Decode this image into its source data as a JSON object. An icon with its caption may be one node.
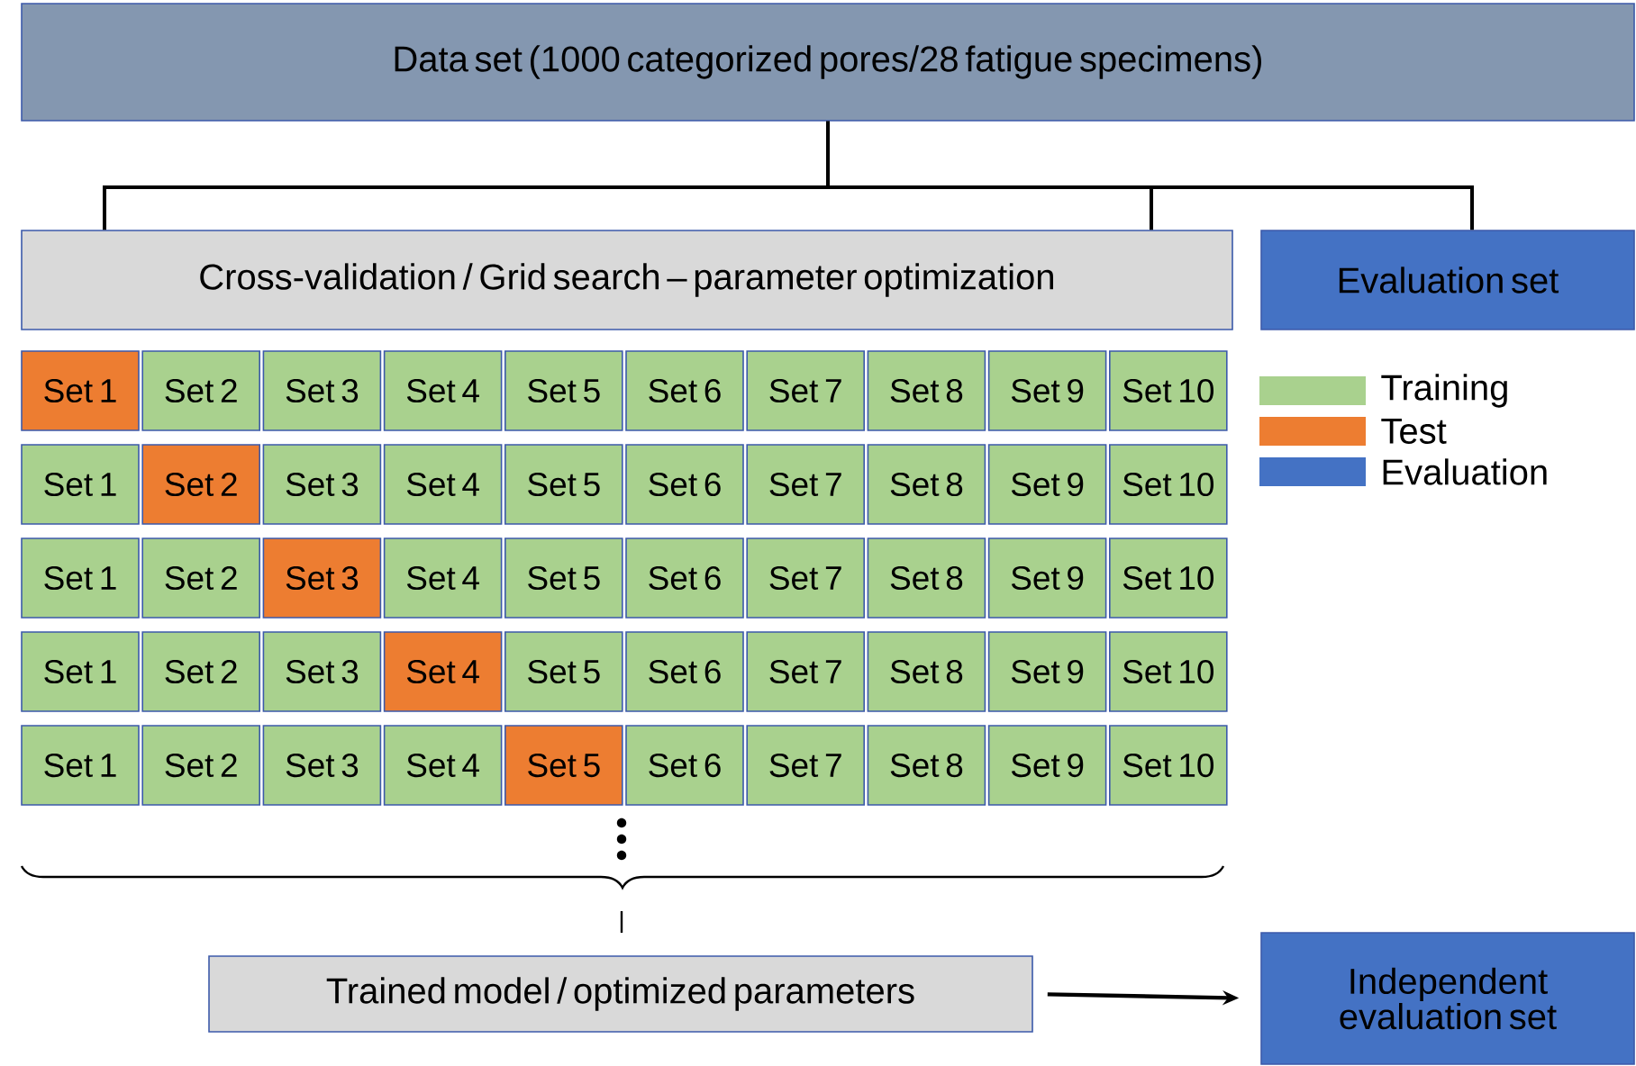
{
  "diagram": {
    "nodes": [
      {
        "text": [
          "Data set (1000 categorized pores/28 fatigue specimens)"
        ]
      },
      {
        "text": [
          "Cross-validation / Grid search – parameter optimization"
        ]
      },
      {
        "text": [
          "Evaluation set"
        ]
      },
      {
        "text": [
          "Set 1"
        ]
      },
      {
        "text": [
          "Set 2"
        ]
      },
      {
        "text": [
          "Set 3"
        ]
      },
      {
        "text": [
          "Set 4"
        ]
      },
      {
        "text": [
          "Set 5"
        ]
      },
      {
        "text": [
          "Set 6"
        ]
      },
      {
        "text": [
          "Set 7"
        ]
      },
      {
        "text": [
          "Set 8"
        ]
      },
      {
        "text": [
          "Set 9"
        ]
      },
      {
        "text": [
          "Set 10"
        ]
      },
      {
        "text": [
          "Set 1"
        ]
      },
      {
        "text": [
          "Set 2"
        ]
      },
      {
        "text": [
          "Set 3"
        ]
      },
      {
        "text": [
          "Set 4"
        ]
      },
      {
        "text": [
          "Set 5"
        ]
      },
      {
        "text": [
          "Set 6"
        ]
      },
      {
        "text": [
          "Set 7"
        ]
      },
      {
        "text": [
          "Set 8"
        ]
      },
      {
        "text": [
          "Set 9"
        ]
      },
      {
        "text": [
          "Set 10"
        ]
      },
      {
        "text": [
          "Set 1"
        ]
      },
      {
        "text": [
          "Set 2"
        ]
      },
      {
        "text": [
          "Set 3"
        ]
      },
      {
        "text": [
          "Set 4"
        ]
      },
      {
        "text": [
          "Set 5"
        ]
      },
      {
        "text": [
          "Set 6"
        ]
      },
      {
        "text": [
          "Set 7"
        ]
      },
      {
        "text": [
          "Set 8"
        ]
      },
      {
        "text": [
          "Set 9"
        ]
      },
      {
        "text": [
          "Set 10"
        ]
      },
      {
        "text": [
          "Set 1"
        ]
      },
      {
        "text": [
          "Set 2"
        ]
      },
      {
        "text": [
          "Set 3"
        ]
      },
      {
        "text": [
          "Set 4"
        ]
      },
      {
        "text": [
          "Set 5"
        ]
      },
      {
        "text": [
          "Set 6"
        ]
      },
      {
        "text": [
          "Set 7"
        ]
      },
      {
        "text": [
          "Set 8"
        ]
      },
      {
        "text": [
          "Set 9"
        ]
      },
      {
        "text": [
          "Set 10"
        ]
      },
      {
        "text": [
          "Set 1"
        ]
      },
      {
        "text": [
          "Set 2"
        ]
      },
      {
        "text": [
          "Set 3"
        ]
      },
      {
        "text": [
          "Set 4"
        ]
      },
      {
        "text": [
          "Set 5"
        ]
      },
      {
        "text": [
          "Set 6"
        ]
      },
      {
        "text": [
          "Set 7"
        ]
      },
      {
        "text": [
          "Set 8"
        ]
      },
      {
        "text": [
          "Set 9"
        ]
      },
      {
        "text": [
          "Set 10"
        ]
      },
      {
        "text": [
          "Trained model / optimized parameters"
        ]
      },
      {
        "text": [
          "Independent evaluation set"
        ]
      }
    ],
    "edges": [
      {
        "from": 0,
        "to": 1,
        "arrow": "none"
      },
      {
        "from": 0,
        "to": 1,
        "arrow": "none"
      },
      {
        "from": 0,
        "to": 2,
        "arrow": "none"
      },
      {
        "from": 53,
        "to": 54,
        "arrow": "to"
      }
    ],
    "legend": [
      {
        "text": "Training",
        "color": "#a9d18e"
      },
      {
        "text": "Test",
        "color": "#ed7d31"
      },
      {
        "text": "Evaluation",
        "color": "#4472c4"
      }
    ]
  }
}
